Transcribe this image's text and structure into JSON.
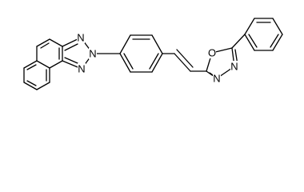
{
  "molecule": {
    "atom_labels": {
      "triazole_n_upper": "N",
      "triazole_n_center": "N",
      "triazole_n_lower": "N",
      "oxadiazole_o": "O",
      "oxadiazole_n_left": "N",
      "oxadiazole_n_right": "N"
    },
    "line_color": "#000000",
    "background": "#ffffff"
  }
}
